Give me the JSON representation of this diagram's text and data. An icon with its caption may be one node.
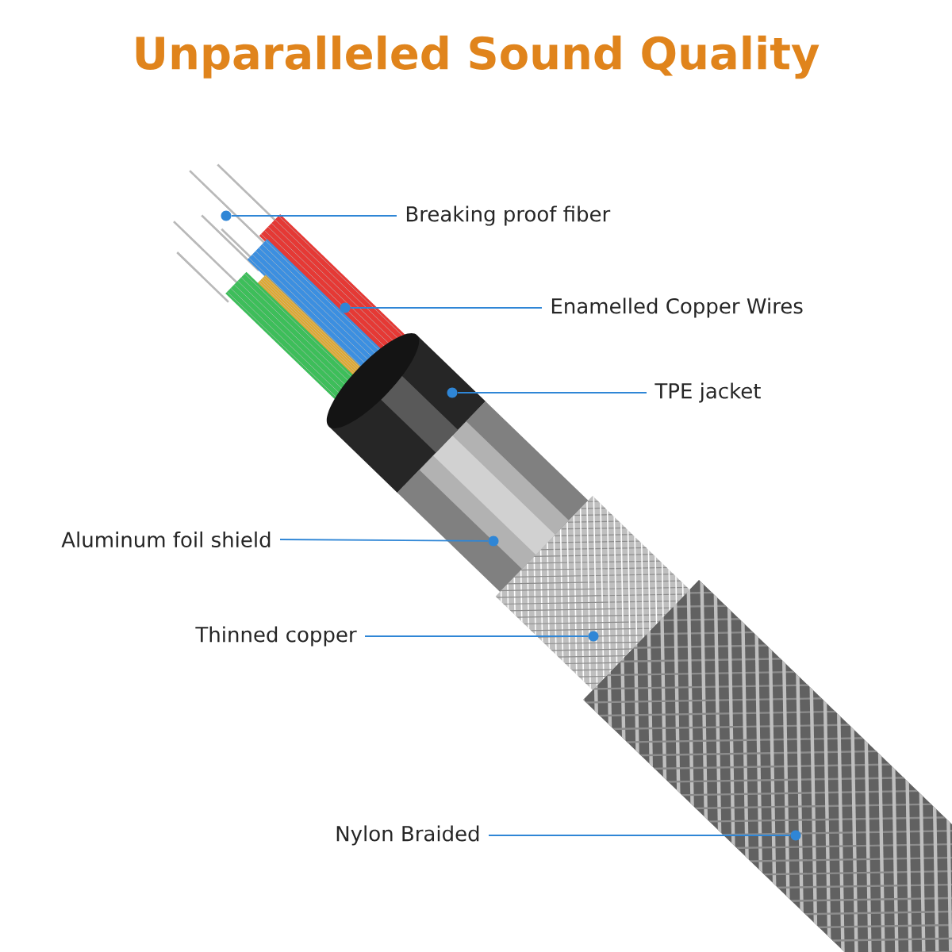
{
  "diagram": {
    "title": "Unparalleled Sound Quality",
    "nodes": [
      {
        "text": [
          "Breaking proof fiber"
        ]
      },
      {
        "text": [
          "Enamelled Copper Wires"
        ]
      },
      {
        "text": [
          "TPE jacket"
        ]
      },
      {
        "text": [
          "Aluminum foil shield"
        ]
      },
      {
        "text": [
          "Thinned copper"
        ]
      },
      {
        "text": [
          "Nylon Braided"
        ]
      },
      {
        "text": [],
        "shape": "circle"
      },
      {
        "text": [],
        "shape": "circle"
      },
      {
        "text": [],
        "shape": "circle"
      },
      {
        "text": [],
        "shape": "circle"
      },
      {
        "text": [],
        "shape": "circle"
      },
      {
        "text": [],
        "shape": "circle"
      }
    ],
    "edges": [
      {
        "from": 0,
        "to": 6,
        "arrow": "none"
      },
      {
        "from": 1,
        "to": 7,
        "arrow": "none"
      },
      {
        "from": 2,
        "to": 8,
        "arrow": "none"
      },
      {
        "from": 3,
        "to": 9,
        "arrow": "none"
      },
      {
        "from": 4,
        "to": 10,
        "arrow": "none"
      },
      {
        "from": 5,
        "to": 11,
        "arrow": "none"
      }
    ]
  }
}
